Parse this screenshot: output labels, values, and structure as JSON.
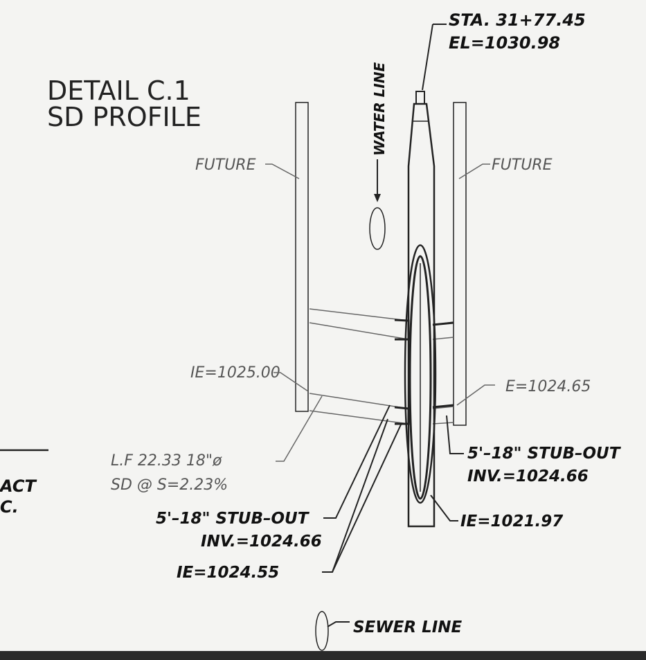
{
  "title": {
    "line1": "DETAIL  C.1",
    "line2": "SD  PROFILE"
  },
  "labels": {
    "station": "STA.  31+77.45",
    "elevation": "EL=1030.98",
    "water_line": "WATER LINE",
    "future_left": "FUTURE",
    "future_right": "FUTURE",
    "ie_left": "IE=1025.00",
    "ie_right": "E=1024.65",
    "stub_right_1": "5'–18\" STUB–OUT",
    "stub_right_2": "INV.=1024.66",
    "lf_1": "L.F  22.33  18\"ø",
    "lf_2": "SD  @  S=2.23%",
    "stub_left_1": "5'–18\" STUB–OUT",
    "stub_left_2": "INV.=1024.66",
    "ie_bottom": "IE=1024.55",
    "ie_manhole": "IE=1021.97",
    "sewer_line": "SEWER LINE",
    "edge_1": "ACT",
    "edge_2": "C."
  }
}
